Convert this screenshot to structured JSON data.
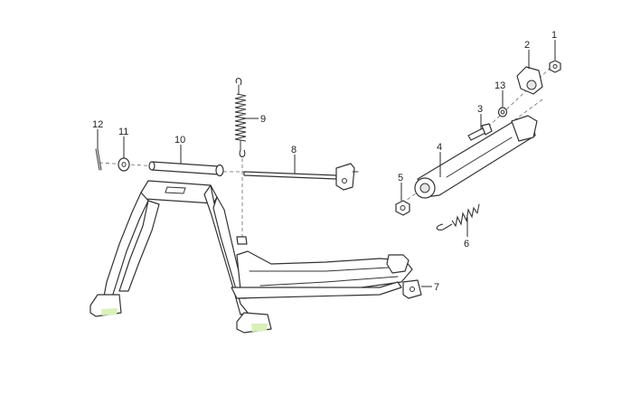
{
  "diagram": {
    "callouts": [
      {
        "id": "c1",
        "label": "1"
      },
      {
        "id": "c2",
        "label": "2"
      },
      {
        "id": "c3",
        "label": "3"
      },
      {
        "id": "c4",
        "label": "4"
      },
      {
        "id": "c5",
        "label": "5"
      },
      {
        "id": "c6",
        "label": "6"
      },
      {
        "id": "c7",
        "label": "7"
      },
      {
        "id": "c8",
        "label": "8"
      },
      {
        "id": "c9",
        "label": "9"
      },
      {
        "id": "c10",
        "label": "10"
      },
      {
        "id": "c11",
        "label": "11"
      },
      {
        "id": "c12",
        "label": "12"
      },
      {
        "id": "c13",
        "label": "13"
      }
    ],
    "colors": {
      "line": "#333333",
      "background": "#ffffff",
      "foot_highlight": "#d9f0b8"
    }
  }
}
